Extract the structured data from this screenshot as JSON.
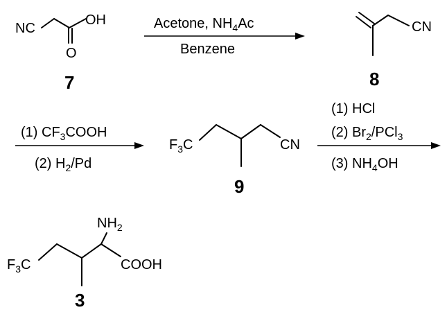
{
  "compound7": {
    "cn": "NC",
    "oh": "OH",
    "o": "O",
    "number": "7"
  },
  "reaction1": {
    "above": {
      "t1": "Acetone, NH",
      "sub": "4",
      "t2": "Ac"
    },
    "below": "Benzene"
  },
  "compound8": {
    "cn": "CN",
    "number": "8"
  },
  "reaction2": {
    "above": {
      "t1": "(1) CF",
      "sub": "3",
      "t2": "COOH"
    },
    "below": {
      "t1": "(2) H",
      "sub": "2",
      "t2": "/Pd"
    }
  },
  "compound9": {
    "f3c": {
      "t1": "F",
      "sub": "3",
      "t2": "C"
    },
    "cn": "CN",
    "number": "9"
  },
  "reaction3": {
    "step1": "(1) HCl",
    "step2": {
      "t1": "(2) Br",
      "sub1": "2",
      "t2": "/PCl",
      "sub2": "3"
    },
    "step3": {
      "t1": "(3) NH",
      "sub": "4",
      "t2": "OH"
    }
  },
  "compound3": {
    "nh2": {
      "t1": "NH",
      "sub": "2"
    },
    "f3c": {
      "t1": "F",
      "sub": "3",
      "t2": "C"
    },
    "cooh": "COOH",
    "number": "3"
  }
}
